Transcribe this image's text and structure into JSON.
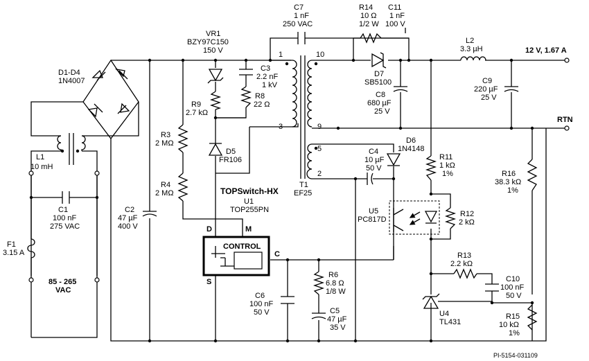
{
  "components": {
    "C7": {
      "name": "C7",
      "value": "1 nF",
      "rating": "250 VAC"
    },
    "VR1": {
      "name": "VR1",
      "part": "BZY97C150",
      "value": "150 V"
    },
    "R14": {
      "name": "R14",
      "value": "10 Ω",
      "rating": "1/2 W"
    },
    "C11": {
      "name": "C11",
      "value": "1 nF",
      "rating": "100 V"
    },
    "L2": {
      "name": "L2",
      "value": "3.3 µH"
    },
    "D1D4": {
      "name": "D1-D4",
      "part": "1N4007"
    },
    "C3": {
      "name": "C3",
      "value": "2.2 nF",
      "rating": "1 kV"
    },
    "R8": {
      "name": "R8",
      "value": "22 Ω"
    },
    "R9": {
      "name": "R9",
      "value": "2.7 kΩ"
    },
    "D7": {
      "name": "D7",
      "part": "SB5100"
    },
    "C8": {
      "name": "C8",
      "value": "680 µF",
      "rating": "25 V"
    },
    "C9": {
      "name": "C9",
      "value": "220 µF",
      "rating": "25 V"
    },
    "L1": {
      "name": "L1",
      "value": "10 mH"
    },
    "R3": {
      "name": "R3",
      "value": "2 MΩ"
    },
    "R4": {
      "name": "R4",
      "value": "2 MΩ"
    },
    "D5": {
      "name": "D5",
      "part": "FR106"
    },
    "T1": {
      "name": "T1",
      "part": "EF25"
    },
    "C4": {
      "name": "C4",
      "value": "10 µF",
      "rating": "50 V"
    },
    "D6": {
      "name": "D6",
      "part": "1N4148"
    },
    "R11": {
      "name": "R11",
      "value": "1 kΩ",
      "tol": "1%"
    },
    "R16": {
      "name": "R16",
      "value": "38.3 kΩ",
      "tol": "1%"
    },
    "C1": {
      "name": "C1",
      "value": "100 nF",
      "rating": "275 VAC"
    },
    "C2": {
      "name": "C2",
      "value": "47 µF",
      "rating": "400 V"
    },
    "U1": {
      "family": "TOPSwitch-HX",
      "name": "U1",
      "part": "TOP255PN"
    },
    "U5": {
      "name": "U5",
      "part": "PC817D"
    },
    "R12": {
      "name": "R12",
      "value": "2 kΩ"
    },
    "F1": {
      "name": "F1",
      "value": "3.15 A"
    },
    "R13": {
      "name": "R13",
      "value": "2.2 kΩ"
    },
    "C10": {
      "name": "C10",
      "value": "100 nF",
      "rating": "50 V"
    },
    "R6": {
      "name": "R6",
      "value": "6.8 Ω",
      "rating": "1/8 W"
    },
    "C6": {
      "name": "C6",
      "value": "100 nF",
      "rating": "50 V"
    },
    "C5": {
      "name": "C5",
      "value": "47 µF",
      "rating": "35 V"
    },
    "U4": {
      "name": "U4",
      "part": "TL431"
    },
    "R15": {
      "name": "R15",
      "value": "10 kΩ",
      "tol": "1%"
    }
  },
  "pins": {
    "p1": "1",
    "p10": "10",
    "p3": "3",
    "p9": "9",
    "p5": "5",
    "p2": "2",
    "d": "D",
    "m": "M",
    "s": "S",
    "c": "C",
    "control": "CONTROL"
  },
  "outputs": {
    "vout": "12 V, 1.67 A",
    "rtn": "RTN"
  },
  "input": {
    "line1": "85 - 265",
    "line2": "VAC"
  },
  "drawing_id": "PI-5154-031109"
}
